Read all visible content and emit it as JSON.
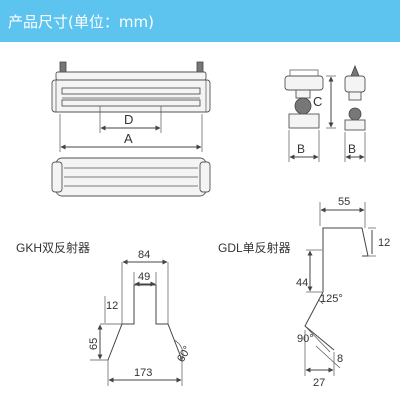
{
  "header": {
    "title": "产品尺寸(单位：mm)",
    "bg_color": "#5cc4ee"
  },
  "top_diagrams": {
    "front_view": {
      "dim_d": "D",
      "dim_a": "A"
    },
    "side_view_c": {
      "dim_c": "C",
      "dim_b": "B"
    },
    "side_view_b": {
      "dim_b": "B"
    }
  },
  "gkh": {
    "title": "GKH双反射器",
    "dims": {
      "top_width": "84",
      "inner_width": "49",
      "lip": "12",
      "height": "65",
      "angle": "60°",
      "bottom_width": "173"
    }
  },
  "gdl": {
    "title": "GDL单反射器",
    "dims": {
      "top_width": "55",
      "top_lip": "12",
      "height": "44",
      "angle_125": "125°",
      "angle_90": "90°",
      "lip_8": "8",
      "bottom_width": "27"
    }
  }
}
